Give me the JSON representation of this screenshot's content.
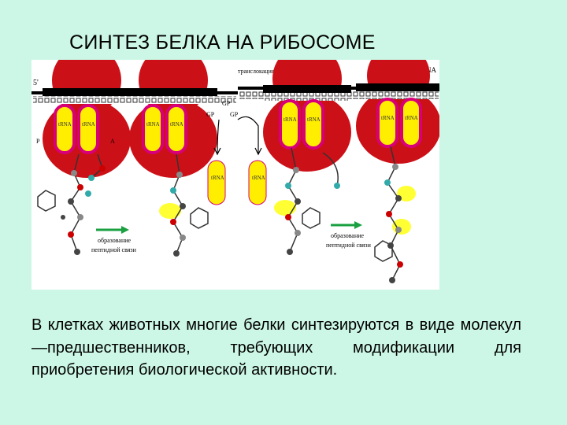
{
  "slide": {
    "title": "СИНТЕЗ БЕЛКА НА РИБОСОМЕ",
    "caption": "В клетках животных многие белки синтезируются в виде молекул—предшественников, требующих модификации для приобретения биологической активности."
  },
  "figure": {
    "mrna_5prime": "5'",
    "mrna_label": "mRNA",
    "translocation_label": "транслокация",
    "trna_label": "tRNA",
    "ribosome_sites": [
      "P",
      "A"
    ],
    "gtp_labels": [
      "GP",
      "GP",
      "GP"
    ],
    "arrow_labels": [
      [
        "образование",
        "пептидной связи"
      ],
      [
        "образование",
        "пептидной связи"
      ]
    ],
    "colors": {
      "background": "#ccf7e6",
      "ribosome": "#cc1018",
      "trna": "#ffee00",
      "trna_border": "#d8007a",
      "mrna": "#000000",
      "highlight": "#ffff33",
      "arrow": "#1aa040"
    }
  }
}
